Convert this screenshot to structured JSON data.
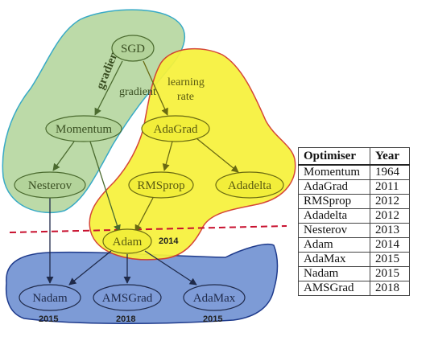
{
  "diagram": {
    "nodes": {
      "sgd": "SGD",
      "momentum": "Momentum",
      "nesterov": "Nesterov",
      "adagrad": "AdaGrad",
      "rmsprop": "RMSprop",
      "adadelta": "Adadelta",
      "adam": "Adam",
      "nadam": "Nadam",
      "amsgrad": "AMSGrad",
      "adamax": "AdaMax"
    },
    "edge_labels": {
      "gradient_bold": "gradient",
      "gradient": "gradient",
      "learning_rate_line1": "learning",
      "learning_rate_line2": "rate"
    },
    "years": {
      "adam": "2014",
      "nadam": "2015",
      "amsgrad": "2018",
      "adamax": "2015"
    },
    "colors": {
      "green_region": "#b9d9a4",
      "green_outline": "#2ea6c4",
      "yellow_region": "#f7f23c",
      "yellow_outline": "#d23a2a",
      "blue_region": "#7d9bd6",
      "blue_outline": "#1f3b8c",
      "divider": "#c8102e"
    }
  },
  "table": {
    "headers": [
      "Optimiser",
      "Year"
    ],
    "rows": [
      [
        "Momentum",
        "1964"
      ],
      [
        "AdaGrad",
        "2011"
      ],
      [
        "RMSprop",
        "2012"
      ],
      [
        "Adadelta",
        "2012"
      ],
      [
        "Nesterov",
        "2013"
      ],
      [
        "Adam",
        "2014"
      ],
      [
        "AdaMax",
        "2015"
      ],
      [
        "Nadam",
        "2015"
      ],
      [
        "AMSGrad",
        "2018"
      ]
    ]
  }
}
